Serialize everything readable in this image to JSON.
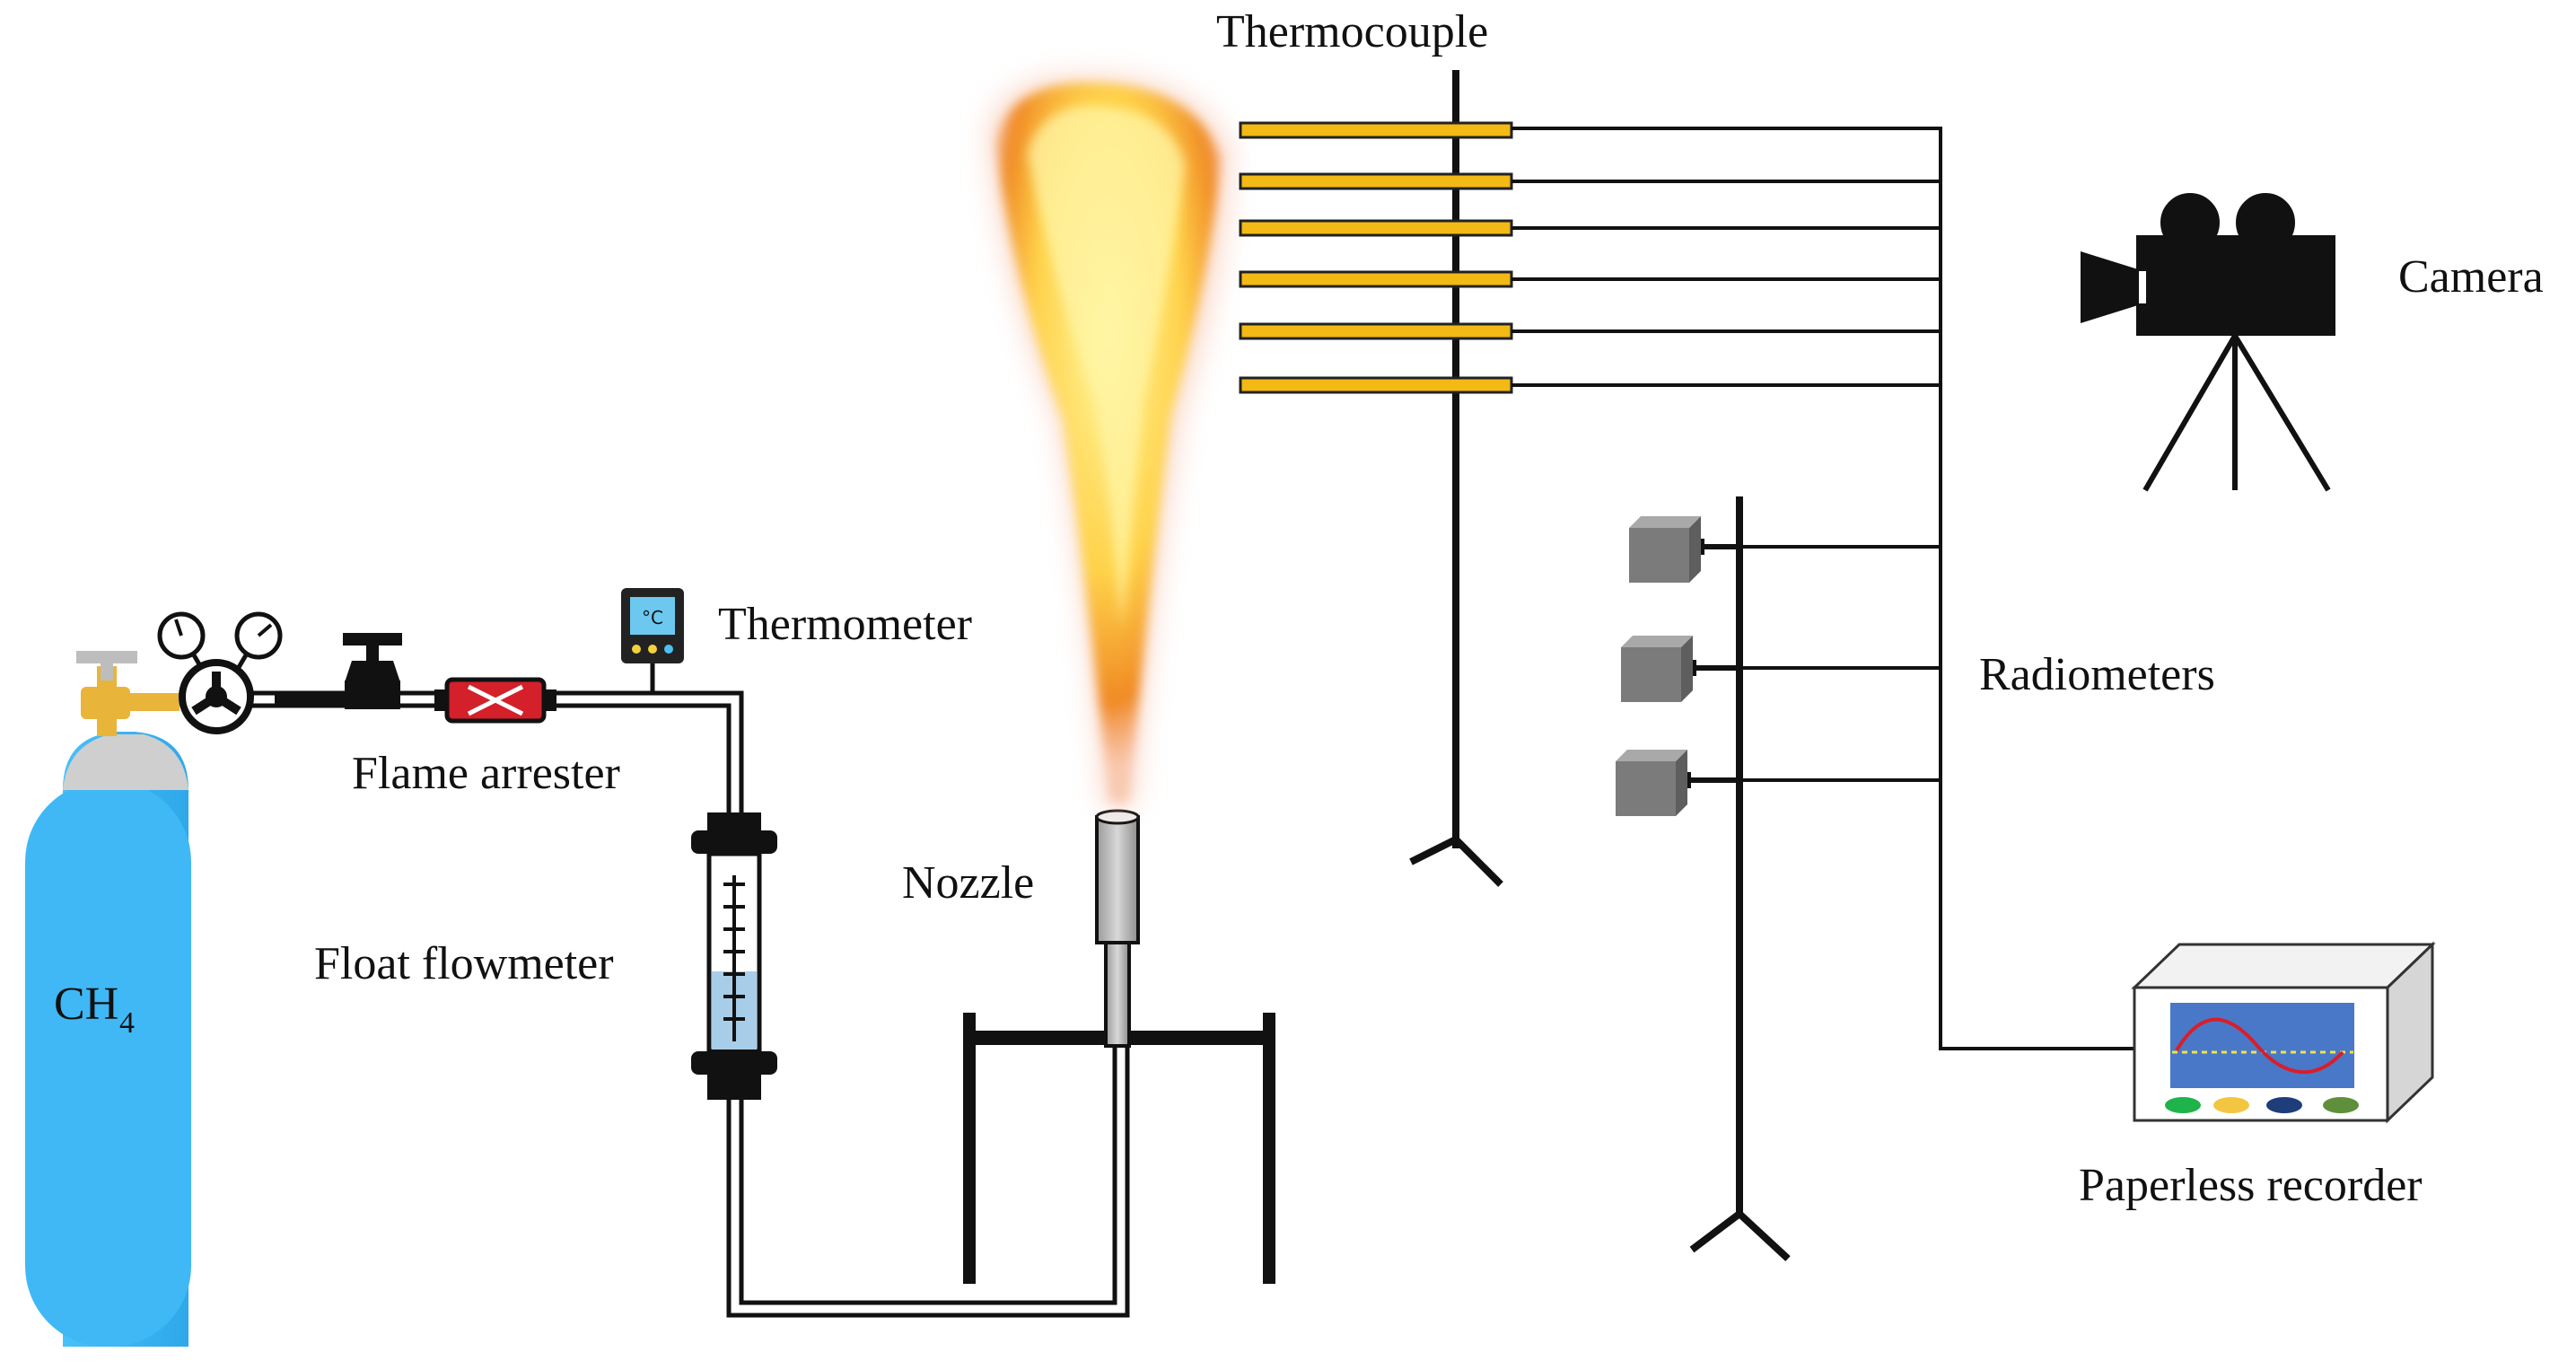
{
  "labels": {
    "thermocouple": "Thermocouple",
    "camera": "Camera",
    "thermometer": "Thermometer",
    "radiometers": "Radiometers",
    "flame_arrester": "Flame arrester",
    "nozzle": "Nozzle",
    "float_flowmeter": "Float flowmeter",
    "ch4_base": "CH",
    "ch4_sub": "4",
    "paperless_recorder": "Paperless recorder",
    "thermometer_unit": "°C"
  },
  "colors": {
    "cylinder": "#3fb8f5",
    "thermocouple_rod": "#f3b914",
    "arrester": "#d3202a",
    "valve_brass": "#e8b43a",
    "radiometer": "#7b7b7b",
    "recorder_screen": "#4a78c8",
    "recorder_wave": "#d81e2a",
    "flame_core": "#fff59a",
    "flame_outer": "#f08a24"
  },
  "recorder_buttons": [
    "#1fb34c",
    "#f2c641",
    "#1f3d7a",
    "#5f8f3a"
  ],
  "icons": {
    "camera": "movie-camera-icon",
    "thermometer": "digital-thermometer-icon",
    "arrester": "flame-arrester-icon",
    "gauge": "pressure-gauge-icon"
  }
}
